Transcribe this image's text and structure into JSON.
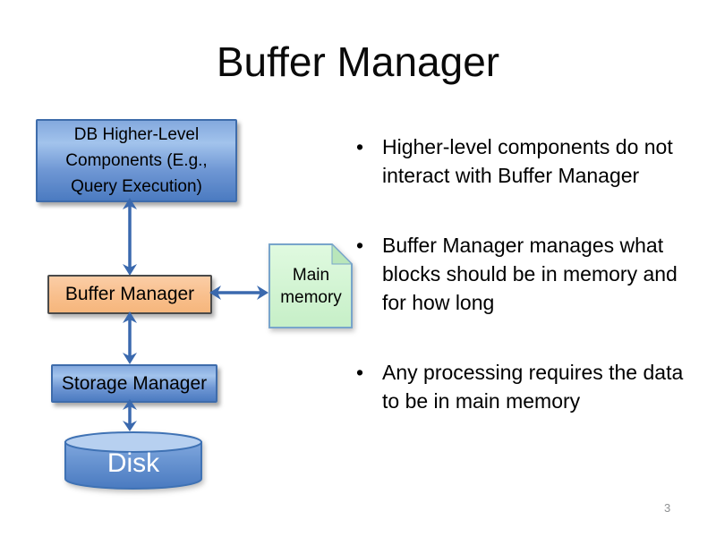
{
  "slide": {
    "title": "Buffer Manager",
    "page_number": "3",
    "bullet_char": "•"
  },
  "diagram": {
    "db_box": {
      "lines": [
        "DB Higher-Level",
        "Components (E.g.,",
        "Query Execution)"
      ]
    },
    "buffer_box": {
      "label": "Buffer Manager"
    },
    "main_memory": {
      "lines": [
        "Main",
        "memory"
      ]
    },
    "storage_box": {
      "label": "Storage Manager"
    },
    "disk": {
      "label": "Disk"
    }
  },
  "bullets": [
    {
      "lines": [
        "Higher-level components do not",
        "interact with Buffer Manager"
      ]
    },
    {
      "lines": [
        "Buffer Manager manages what",
        "blocks should be in memory and",
        "for how long"
      ]
    },
    {
      "lines": [
        "Any processing requires the data",
        "to be in main memory"
      ]
    }
  ],
  "colors": {
    "blue_box_gradient_top": "#a2c3ec",
    "blue_box_gradient_bottom": "#4b7bc1",
    "blue_box_border": "#3e6cab",
    "buffer_box_fill": "#f8bf8c",
    "buffer_box_border": "#4a4a4a",
    "main_memory_fill": "#cff2cf",
    "main_memory_border": "#78a5cb",
    "arrow_color": "#3a69ae",
    "disk_body_fill": "#5d8ccc",
    "disk_top_fill": "#b7d0f0",
    "disk_text_color": "#ffffff",
    "text_color": "#000000",
    "page_number_color": "#8f9193"
  }
}
